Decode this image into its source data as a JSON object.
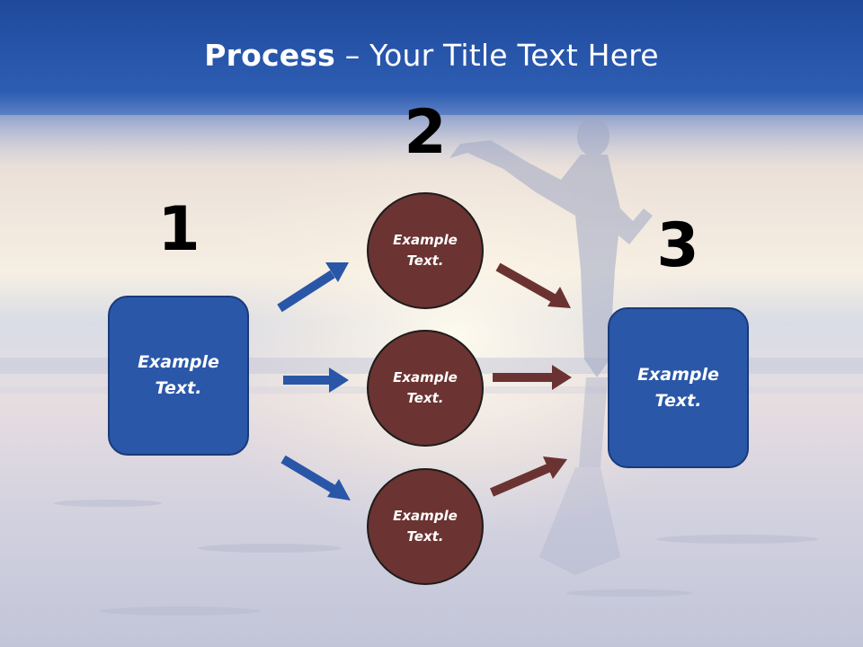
{
  "slide": {
    "title_bold": "Process",
    "title_rest": " – Your Title Text Here",
    "step_numbers": [
      "1",
      "2",
      "3"
    ],
    "left_box": "Example Text.",
    "right_box": "Example Text.",
    "circles": [
      "Example Text.",
      "Example Text.",
      "Example Text."
    ]
  },
  "colors": {
    "title_band": "#2a55a8",
    "box_fill": "#2a57a8",
    "circle_fill": "#6b3331",
    "left_arrows": "#2a56a8",
    "right_arrows": "#6a3331"
  }
}
